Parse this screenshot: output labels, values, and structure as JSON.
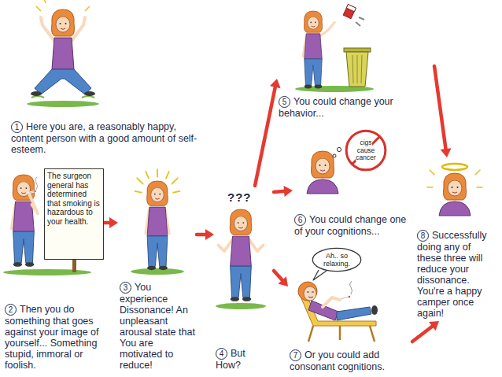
{
  "diagram": {
    "nodes": [
      {
        "text": [
          "1",
          "Here you are, a reasonably happy, content person with a good amount of self-esteem."
        ]
      },
      {
        "text": [
          "2",
          "Then you do something that goes against your image of yourself... Something stupid, immoral or foolish."
        ]
      },
      {
        "text": [
          "The surgeon general has determined that smoking is hazardous to your health."
        ],
        "in": 1
      },
      {
        "text": [
          "3",
          "You experience Dissonance! An unpleasant arousal state that You are motivated to reduce!"
        ]
      },
      {
        "text": [
          "4",
          "But How?"
        ]
      },
      {
        "text": [
          "5",
          "You could change your behavior..."
        ]
      },
      {
        "text": [
          "6",
          "You could change one of your cognitions..."
        ]
      },
      {
        "text": [
          "cigs cause cancer"
        ],
        "in": 6
      },
      {
        "text": [
          "7",
          "Or you could add consonant cognitions."
        ]
      },
      {
        "text": [
          "Ah.. so relaxing."
        ],
        "in": 8
      },
      {
        "text": [
          "8",
          "Successfully doing any of these three will reduce your dissonance. You're a happy camper once again!"
        ]
      }
    ],
    "edges": [
      {
        "from": 1,
        "to": 3,
        "arrow": "to"
      },
      {
        "from": 3,
        "to": 4,
        "arrow": "to"
      },
      {
        "from": 4,
        "to": 5,
        "arrow": "to"
      },
      {
        "from": 4,
        "to": 6,
        "arrow": "to"
      },
      {
        "from": 4,
        "to": 8,
        "arrow": "to"
      },
      {
        "from": 5,
        "to": 10,
        "arrow": "to"
      },
      {
        "from": 8,
        "to": 10,
        "arrow": "to"
      }
    ],
    "labels": [
      "???"
    ]
  }
}
